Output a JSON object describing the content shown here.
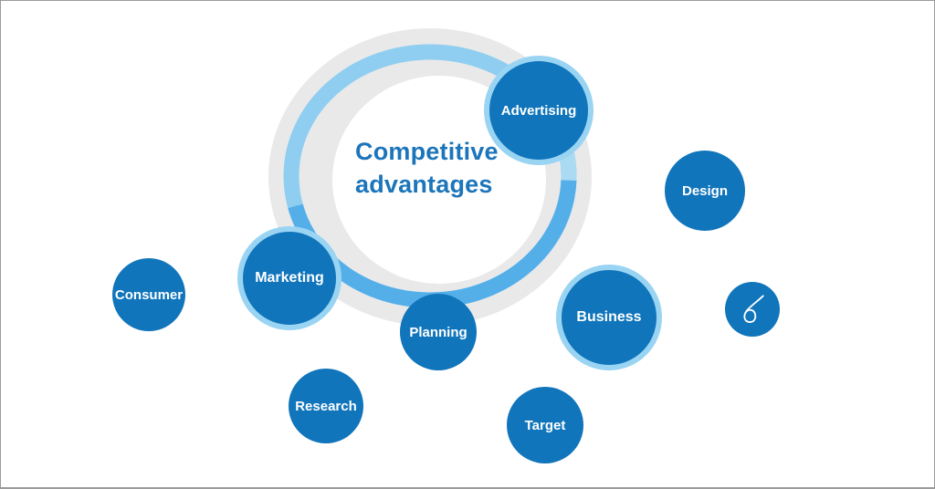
{
  "title": {
    "line1": "Competitive",
    "line2": "advantages"
  },
  "bubbles": {
    "advertising": {
      "label": "Advertising",
      "highlighted": true
    },
    "design": {
      "label": "Design",
      "highlighted": false
    },
    "marketing": {
      "label": "Marketing",
      "highlighted": true
    },
    "consumer": {
      "label": "Consumer",
      "highlighted": false
    },
    "planning": {
      "label": "Planning",
      "highlighted": false
    },
    "business": {
      "label": "Business",
      "highlighted": true
    },
    "research": {
      "label": "Research",
      "highlighted": false
    },
    "target": {
      "label": "Target",
      "highlighted": false
    }
  },
  "brandmark": {
    "icon": "signature-icon"
  },
  "colors": {
    "canvas_bg": "#FFFFFF",
    "frame_border": "#9B9B9B",
    "bubble_fill": "#1075BB",
    "bubble_ring": "#9AD4F3",
    "ring_gray": "#E9E9EA",
    "arc_light": "#8FCEF0",
    "arc_pale": "#ABDAF3",
    "arc_bright": "#54AFE9",
    "title_color": "#1C75BA"
  }
}
